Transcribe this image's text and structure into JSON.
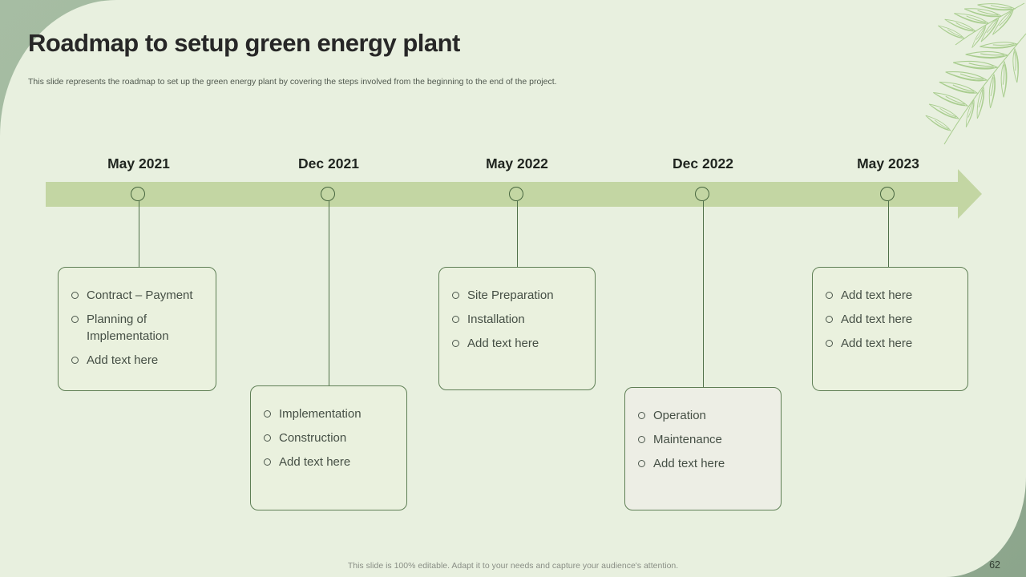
{
  "slide": {
    "title": "Roadmap to setup green energy plant",
    "subtitle": "This slide represents the roadmap to set up the green energy plant by covering the steps involved from the beginning to the end of the project.",
    "footer": "This slide is 100% editable. Adapt it to your needs and capture your audience's attention.",
    "page_number": "62"
  },
  "colors": {
    "corner_green_top_left": "#a6bda3",
    "corner_green_bottom_right": "#8ca58c",
    "slide_background": "#e8f0df",
    "timeline_bar": "#c3d6a3",
    "outline_green": "#5f7f55",
    "title_text": "#272727",
    "body_text": "#454f45",
    "leaf_stroke": "#a9cd8f"
  },
  "timeline": {
    "direction": "left-to-right-arrow",
    "milestones": [
      {
        "date": "May 2021",
        "box_position": "above-row",
        "items": [
          "Contract – Payment",
          "Planning of Implementation",
          "Add text here"
        ]
      },
      {
        "date": "Dec 2021",
        "box_position": "below-row",
        "items": [
          "Implementation",
          "Construction",
          "Add text here"
        ]
      },
      {
        "date": "May 2022",
        "box_position": "above-row",
        "items": [
          "Site Preparation",
          "Installation",
          "Add text here"
        ]
      },
      {
        "date": "Dec 2022",
        "box_position": "below-row",
        "items": [
          "Operation",
          "Maintenance",
          "Add text here"
        ]
      },
      {
        "date": "May 2023",
        "box_position": "above-row",
        "items": [
          "Add text here",
          "Add text here",
          "Add text here"
        ]
      }
    ]
  }
}
